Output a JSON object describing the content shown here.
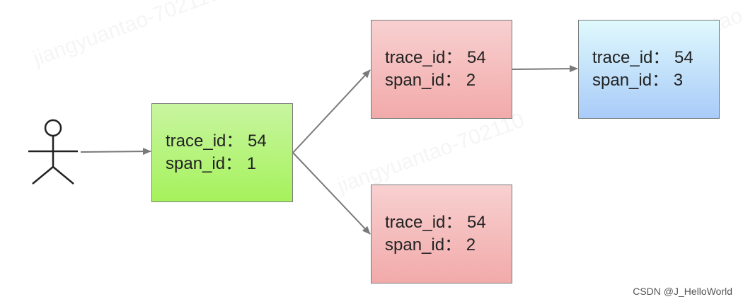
{
  "nodes": {
    "root": {
      "line1": "trace_id： 54",
      "line2": "span_id： 1"
    },
    "child_a": {
      "line1": "trace_id： 54",
      "line2": "span_id： 2"
    },
    "child_b": {
      "line1": "trace_id： 54",
      "line2": "span_id： 2"
    },
    "grandchild": {
      "line1": "trace_id： 54",
      "line2": "span_id： 3"
    }
  },
  "watermark": "jiangyuantao-702110",
  "credit": "CSDN @J_HelloWorld",
  "colors": {
    "root_fill": "#a6f25c",
    "child_fill": "#f2aaaa",
    "grandchild_fill": "#a9cbf8",
    "edge": "#7a7a7a",
    "actor": "#222222"
  }
}
